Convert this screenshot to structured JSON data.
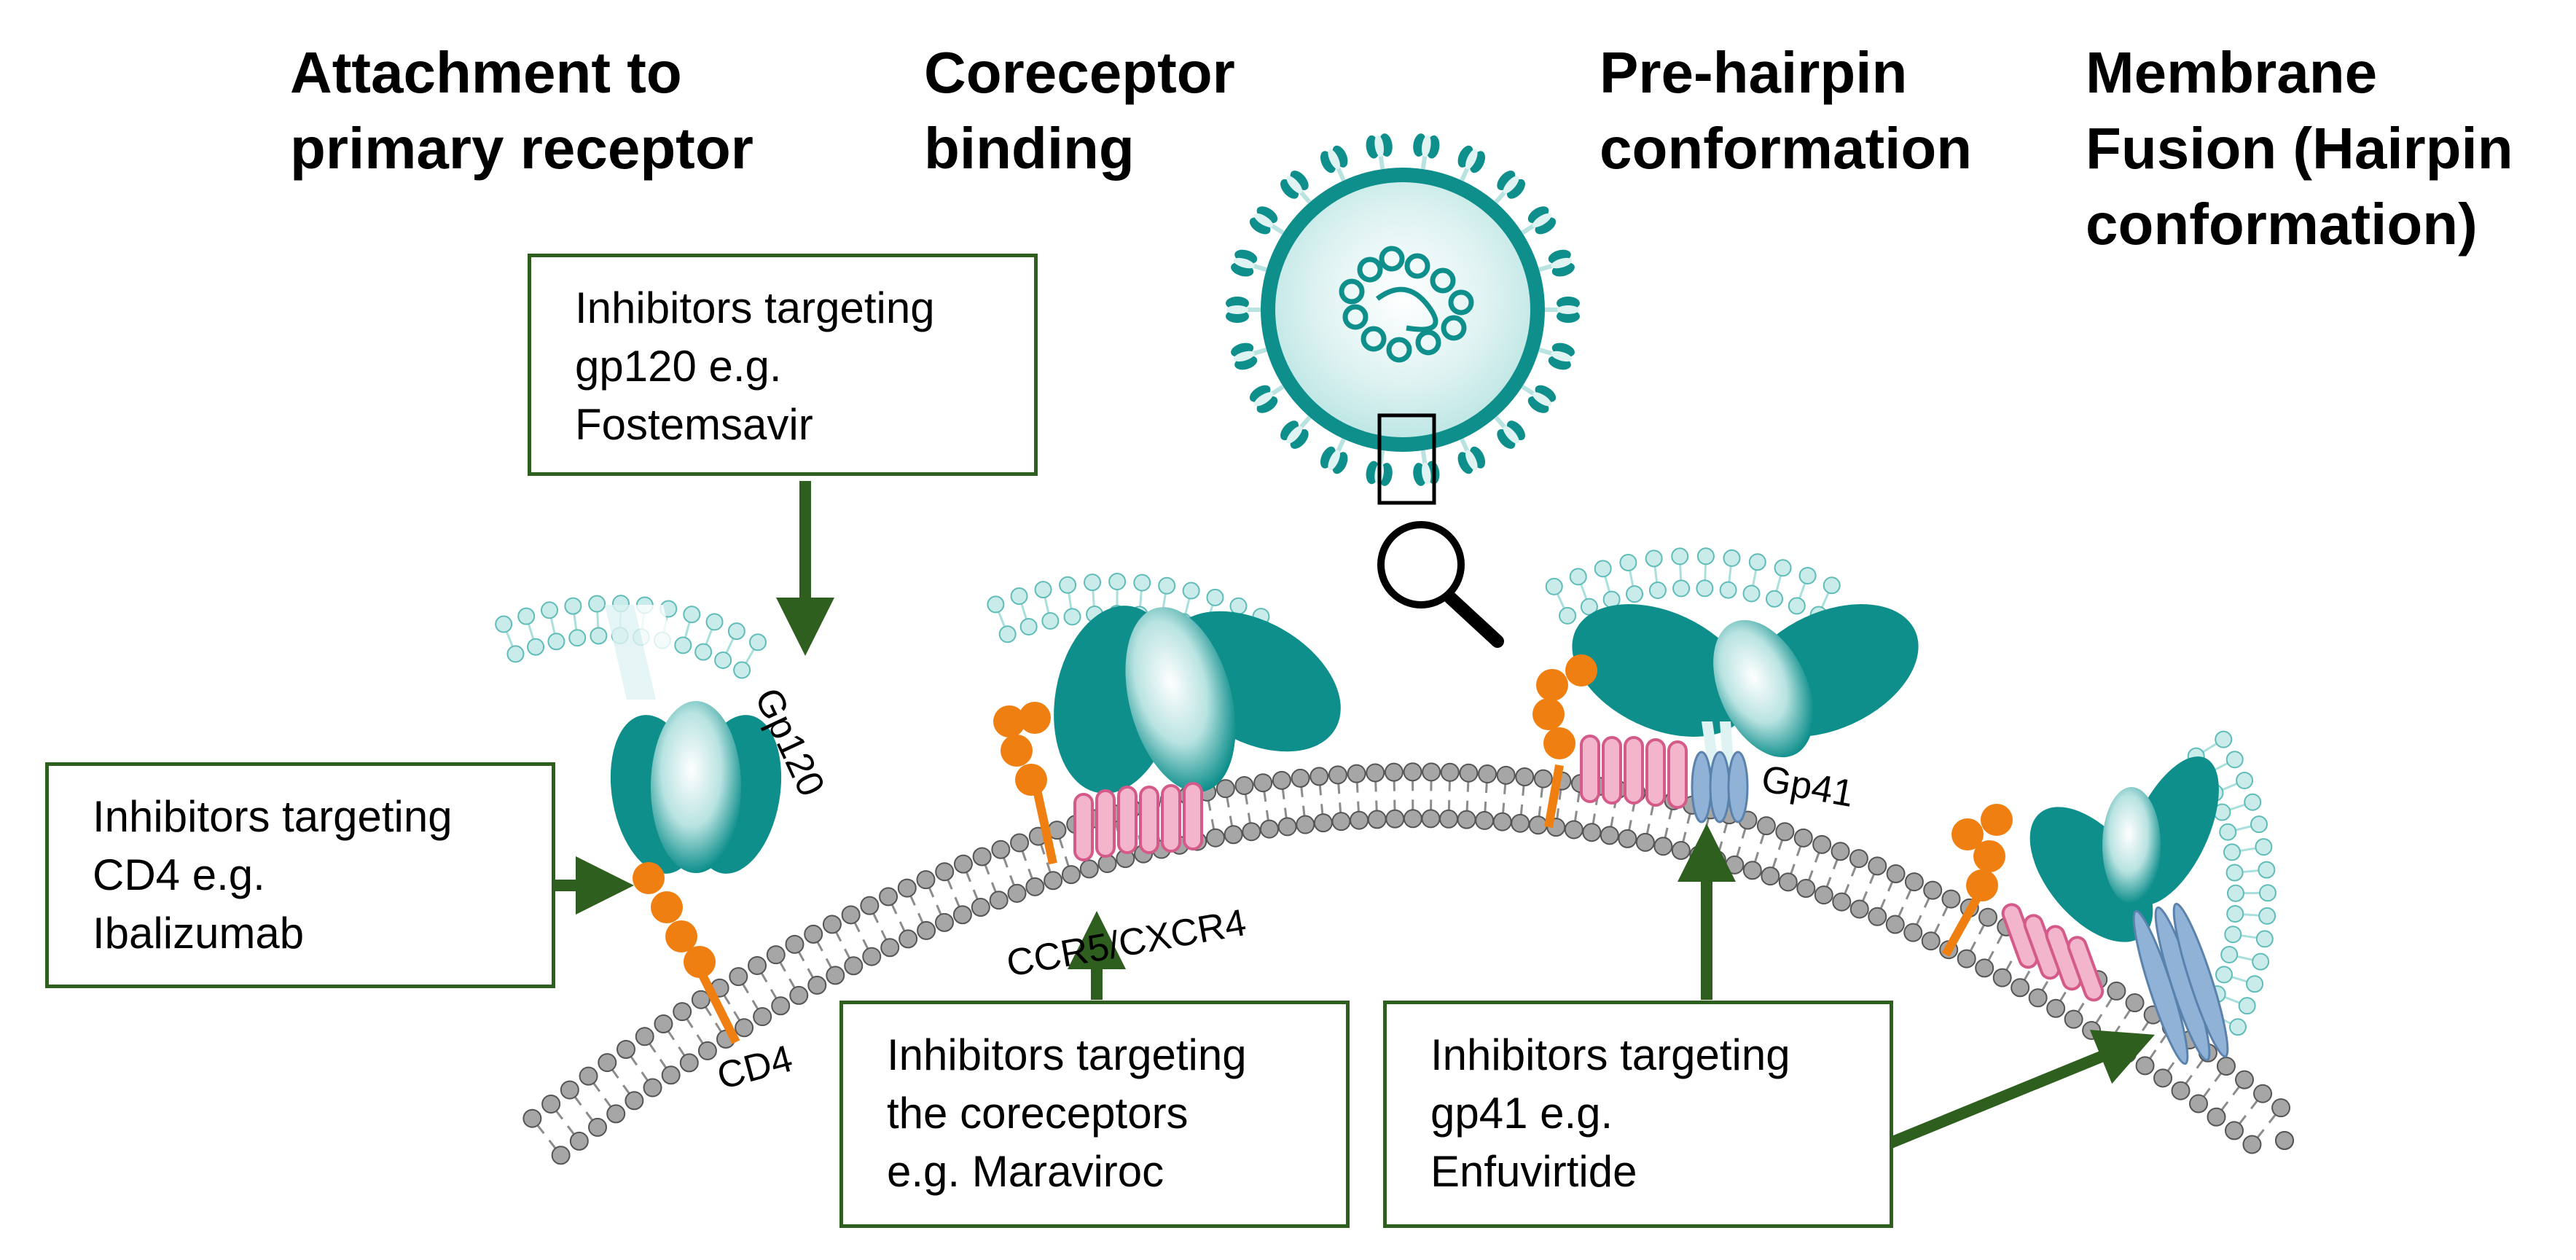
{
  "titles": {
    "attachment": "Attachment to\nprimary receptor",
    "coreceptor": "Coreceptor\nbinding",
    "prehairpin": "Pre-hairpin\nconformation",
    "fusion": "Membrane\nFusion (Hairpin\nconformation)"
  },
  "boxes": {
    "gp120": "Inhibitors  targeting\ngp120 e.g.\nFostemsavir",
    "cd4": "Inhibitors  targeting\nCD4 e.g.\nIbalizumab",
    "coreceptors": "Inhibitors  targeting\nthe coreceptors\ne.g. Maraviroc",
    "gp41": "Inhibitors  targeting\ngp41 e.g.\nEnfuvirtide"
  },
  "labels": {
    "gp120": "Gp120",
    "cd4": "CD4",
    "ccr5": "CCR5/CXCR4",
    "gp41": "Gp41"
  },
  "icons": [
    "hiv-virion-icon",
    "magnifying-glass-icon"
  ],
  "colors": {
    "arrow": "#2f5f1f",
    "teal": "#0e8f8c",
    "lipid": "#a9dfdc",
    "membrane_head": "#a6a6a6",
    "cd4": "#f07f12",
    "receptor": "#e89ab7",
    "gp41": "#8fb2d6"
  }
}
